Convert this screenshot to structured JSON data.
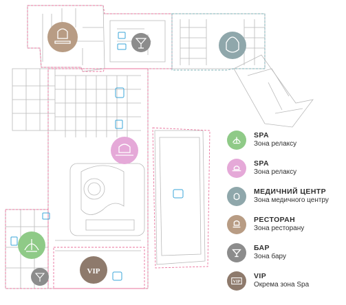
{
  "colors": {
    "spa_green": "#8fca87",
    "spa_pink": "#e5a9d8",
    "medical": "#8fa7ab",
    "restaurant": "#b89c84",
    "bar": "#8c8c8c",
    "vip": "#8e7a6c",
    "zone_border": "#e9719b",
    "service_icon": "#3aa6d9"
  },
  "legend": [
    {
      "key": "spa-green",
      "color": "#8fca87",
      "icon": "lotus-icon",
      "title": "SPA",
      "subtitle": "Зона релаксу"
    },
    {
      "key": "spa-pink",
      "color": "#e5a9d8",
      "icon": "massage-icon",
      "title": "SPA",
      "subtitle": "Зона релаксу"
    },
    {
      "key": "medical",
      "color": "#8fa7ab",
      "icon": "doctor-icon",
      "title": "МЕДИЧНИЙ ЦЕНТР",
      "subtitle": "Зона медичного центру"
    },
    {
      "key": "restaurant",
      "color": "#b89c84",
      "icon": "chef-icon",
      "title": "РЕСТОРАН",
      "subtitle": "Зона ресторану"
    },
    {
      "key": "bar",
      "color": "#8c8c8c",
      "icon": "cocktail-icon",
      "title": "БАР",
      "subtitle": "Зона бару"
    },
    {
      "key": "vip",
      "color": "#8e7a6c",
      "icon": "vip-icon",
      "title": "VIP",
      "subtitle": "Окрема зона Spa"
    }
  ],
  "map_markers": [
    {
      "zone": "restaurant",
      "icon": "chef-icon"
    },
    {
      "zone": "bar",
      "icon": "cocktail-icon"
    },
    {
      "zone": "medical",
      "icon": "doctor-icon"
    },
    {
      "zone": "spa-pink",
      "icon": "massage-icon"
    },
    {
      "zone": "spa-green",
      "icon": "lotus-icon"
    },
    {
      "zone": "vip",
      "icon": "vip-icon",
      "label": "VIP"
    },
    {
      "zone": "bar",
      "icon": "cocktail-icon"
    }
  ],
  "vip_label": "VIP"
}
